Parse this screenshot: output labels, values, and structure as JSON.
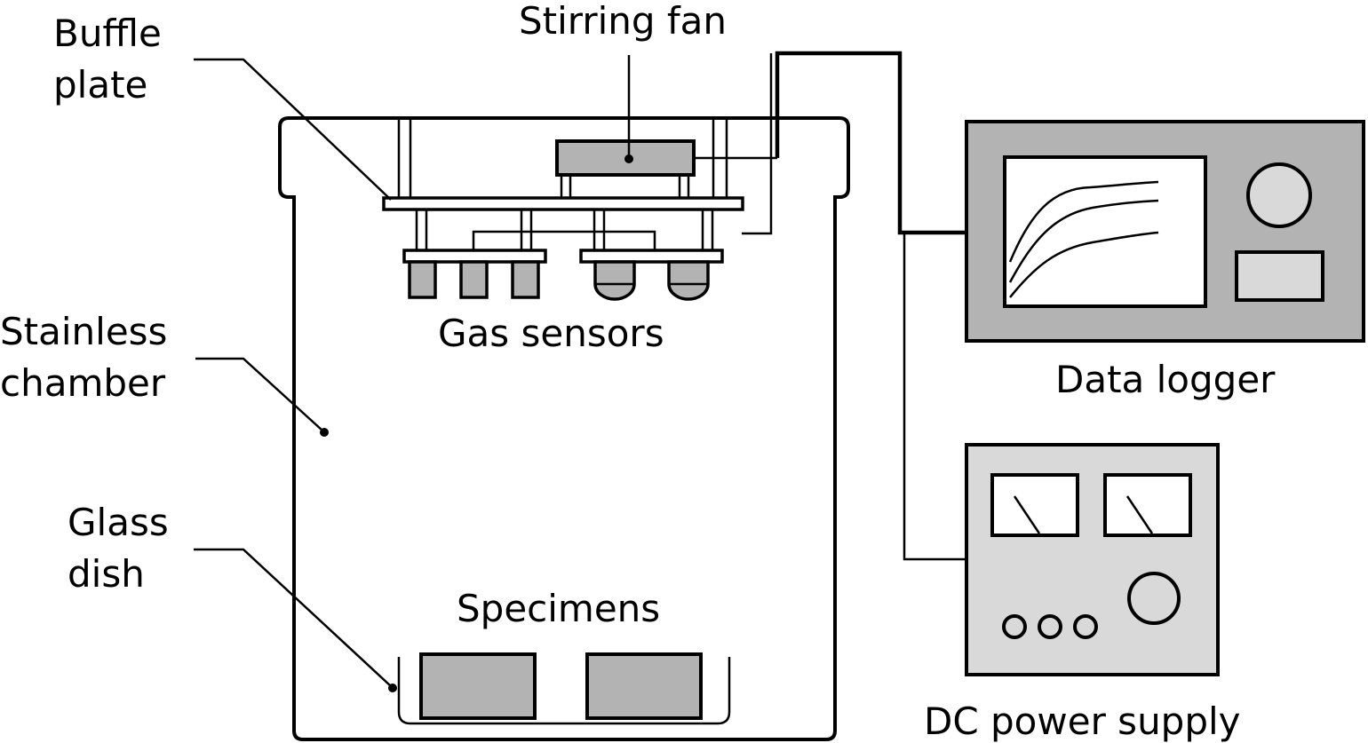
{
  "labels": {
    "buffle_plate": [
      "Buffle",
      "plate"
    ],
    "stirring_fan": "Stirring fan",
    "stainless_chamber": [
      "Stainless",
      "chamber"
    ],
    "gas_sensors": "Gas sensors",
    "glass_dish": [
      "Glass",
      "dish"
    ],
    "specimens": "Specimens",
    "data_logger": "Data logger",
    "dc_power_supply": "DC power supply"
  },
  "colors": {
    "line": "#000000",
    "equipment_fill": "#b3b3b3",
    "panel_fill": "#d9d9d9",
    "background": "#ffffff"
  },
  "icons": {
    "data_logger": "data-logger-icon",
    "dc_power_supply": "dc-power-supply-icon",
    "stirring_fan": "stirring-fan-icon",
    "gas_sensor": "gas-sensor-icon"
  }
}
